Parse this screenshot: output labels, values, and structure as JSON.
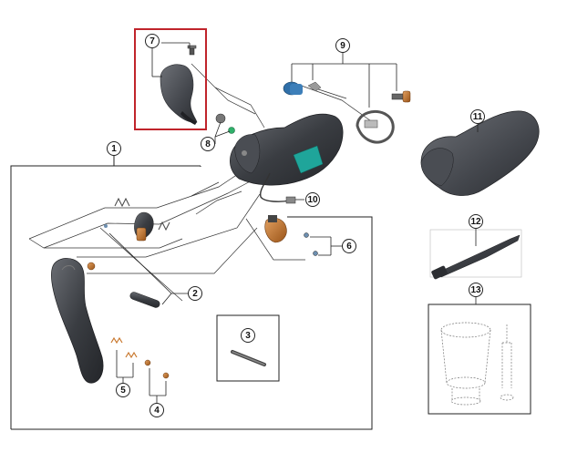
{
  "diagram": {
    "callouts": [
      {
        "id": "1",
        "label": "1"
      },
      {
        "id": "2",
        "label": "2"
      },
      {
        "id": "3",
        "label": "3"
      },
      {
        "id": "4",
        "label": "4"
      },
      {
        "id": "5",
        "label": "5"
      },
      {
        "id": "6",
        "label": "6"
      },
      {
        "id": "7",
        "label": "7"
      },
      {
        "id": "8",
        "label": "8"
      },
      {
        "id": "9",
        "label": "9"
      },
      {
        "id": "10",
        "label": "10"
      },
      {
        "id": "11",
        "label": "11"
      },
      {
        "id": "12",
        "label": "12"
      },
      {
        "id": "13",
        "label": "13"
      }
    ],
    "highlighted_part": "7",
    "colors": {
      "highlight_box": "#c0242b",
      "lines": "#222222",
      "part_dark": "#3a3d42",
      "part_mid": "#55585e",
      "accent_teal": "#1fa59a",
      "accent_orange": "#c8772c",
      "accent_blue": "#2f6fa8"
    }
  }
}
